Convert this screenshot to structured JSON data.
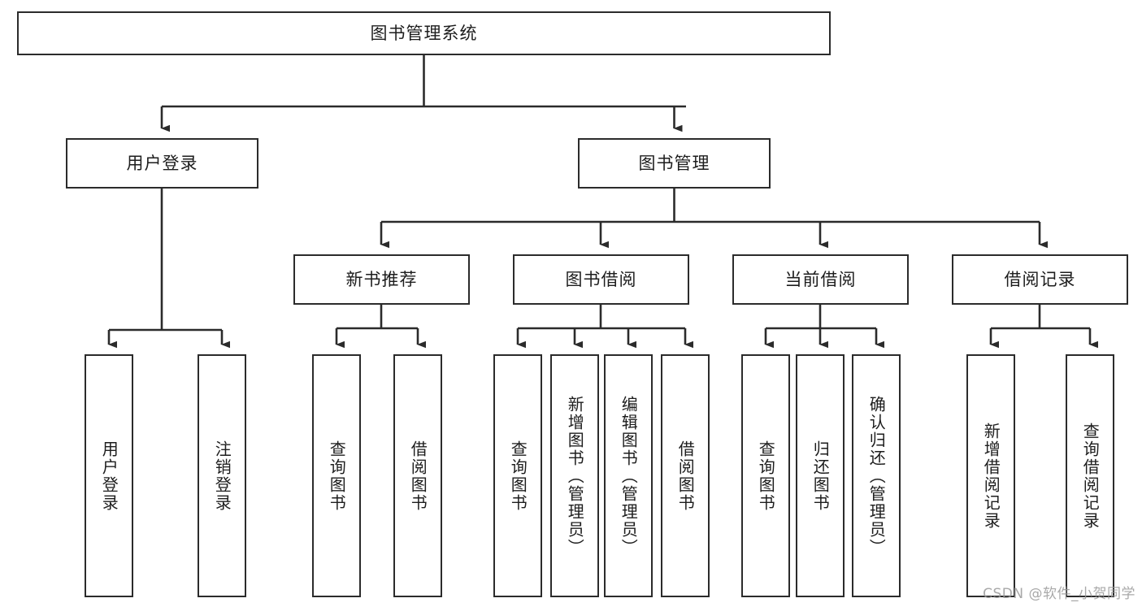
{
  "diagram": {
    "title_node": {
      "label": "图书管理系统"
    },
    "level2": [
      {
        "id": "user-login",
        "label": "用户登录"
      },
      {
        "id": "book-management",
        "label": "图书管理"
      }
    ],
    "level3": [
      {
        "id": "new-book-recommend",
        "label": "新书推荐"
      },
      {
        "id": "book-borrow",
        "label": "图书借阅"
      },
      {
        "id": "current-borrow",
        "label": "当前借阅"
      },
      {
        "id": "borrow-record",
        "label": "借阅记录"
      }
    ],
    "leaves": [
      {
        "id": "leaf-user-login",
        "label": "用户登录",
        "parent": "user-login"
      },
      {
        "id": "leaf-logout",
        "label": "注销登录",
        "parent": "user-login"
      },
      {
        "id": "leaf-query-book-1",
        "label": "查询图书",
        "parent": "new-book-recommend"
      },
      {
        "id": "leaf-borrow-book-1",
        "label": "借阅图书",
        "parent": "new-book-recommend"
      },
      {
        "id": "leaf-query-book-2",
        "label": "查询图书",
        "parent": "book-borrow"
      },
      {
        "id": "leaf-add-book",
        "label": "新增图书（管理员）",
        "parent": "book-borrow"
      },
      {
        "id": "leaf-edit-book",
        "label": "编辑图书（管理员）",
        "parent": "book-borrow"
      },
      {
        "id": "leaf-borrow-book-2",
        "label": "借阅图书",
        "parent": "book-borrow"
      },
      {
        "id": "leaf-query-book-3",
        "label": "查询图书",
        "parent": "current-borrow"
      },
      {
        "id": "leaf-return-book",
        "label": "归还图书",
        "parent": "current-borrow"
      },
      {
        "id": "leaf-confirm-return",
        "label": "确认归还（管理员）",
        "parent": "current-borrow"
      },
      {
        "id": "leaf-add-record",
        "label": "新增借阅记录",
        "parent": "borrow-record"
      },
      {
        "id": "leaf-query-record",
        "label": "查询借阅记录",
        "parent": "borrow-record"
      }
    ]
  },
  "watermark": {
    "text": "CSDN @软件_小贺同学"
  },
  "colors": {
    "stroke": "#2b2b2b",
    "background": "#ffffff",
    "text": "#1d1d1d",
    "watermark": "#9a9a9a"
  }
}
